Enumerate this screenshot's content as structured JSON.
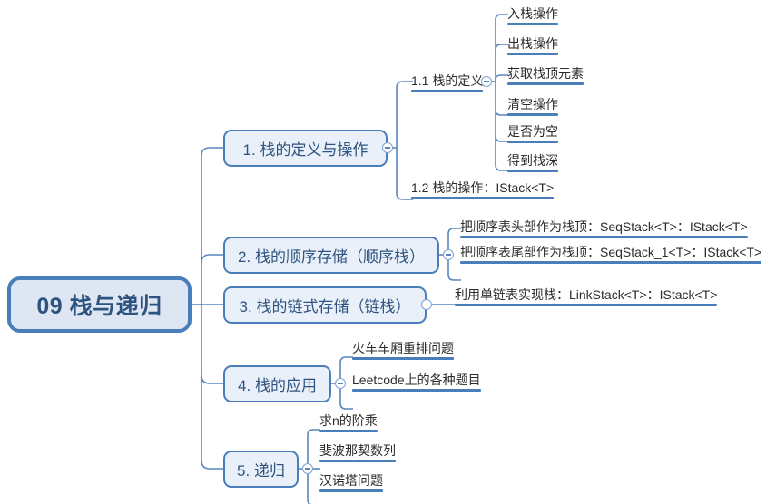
{
  "map": {
    "title": "09 栈与递归",
    "colors": {
      "node_border": "#4a7ebb",
      "node_fill": "#eaf0f9",
      "root_fill": "#dde6f2",
      "text": "#2e5381",
      "leaf_text": "#2b2b2b",
      "line": "#4a7ebb"
    },
    "branches": [
      {
        "label": "1. 栈的定义与操作",
        "toggle": "minus",
        "children": [
          {
            "label": "1.1 栈的定义",
            "toggle": "minus",
            "children": [
              {
                "label": "入栈操作"
              },
              {
                "label": "出栈操作"
              },
              {
                "label": "获取栈顶元素"
              },
              {
                "label": "清空操作"
              },
              {
                "label": "是否为空"
              },
              {
                "label": "得到栈深"
              }
            ]
          },
          {
            "label": "1.2 栈的操作：IStack<T>",
            "children": []
          }
        ]
      },
      {
        "label": "2. 栈的顺序存储（顺序栈）",
        "toggle": "minus",
        "children": [
          {
            "label": "把顺序表头部作为栈顶：SeqStack<T>：IStack<T>"
          },
          {
            "label": "把顺序表尾部作为栈顶：SeqStack_1<T>：IStack<T>"
          }
        ]
      },
      {
        "label": "3. 栈的链式存储（链栈）",
        "toggle": "plain",
        "children": [
          {
            "label": "利用单链表实现栈：LinkStack<T>：IStack<T>"
          }
        ]
      },
      {
        "label": "4. 栈的应用",
        "toggle": "minus",
        "children": [
          {
            "label": "火车车厢重排问题"
          },
          {
            "label": "Leetcode上的各种题目"
          }
        ]
      },
      {
        "label": "5. 递归",
        "toggle": "minus",
        "children": [
          {
            "label": "求n的阶乘"
          },
          {
            "label": "斐波那契数列"
          },
          {
            "label": "汉诺塔问题"
          }
        ]
      }
    ]
  }
}
